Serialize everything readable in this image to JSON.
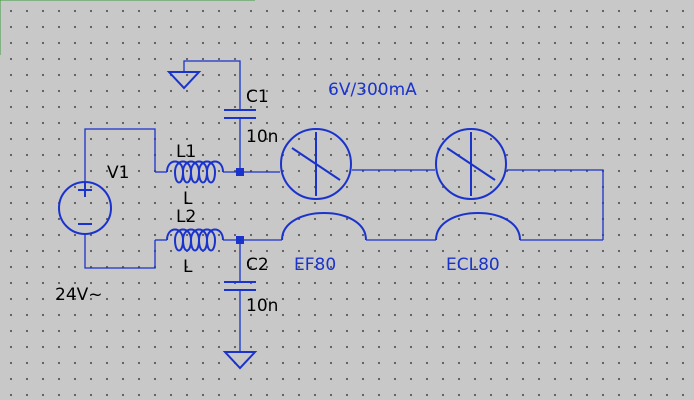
{
  "components": {
    "v1": {
      "name": "V1",
      "value": "24V~"
    },
    "l1": {
      "name": "L1",
      "value": "L"
    },
    "l2": {
      "name": "L2",
      "value": "L"
    },
    "c1": {
      "name": "C1",
      "value": "10n"
    },
    "c2": {
      "name": "C2",
      "value": "10n"
    },
    "lamp_rating": "6V/300mA",
    "tube1": "EF80",
    "tube2": "ECL80"
  },
  "colors": {
    "wire": "#1a33cc",
    "background": "#c8c8c8",
    "grid_dot": "#5a5a5a",
    "label": "#000000"
  }
}
